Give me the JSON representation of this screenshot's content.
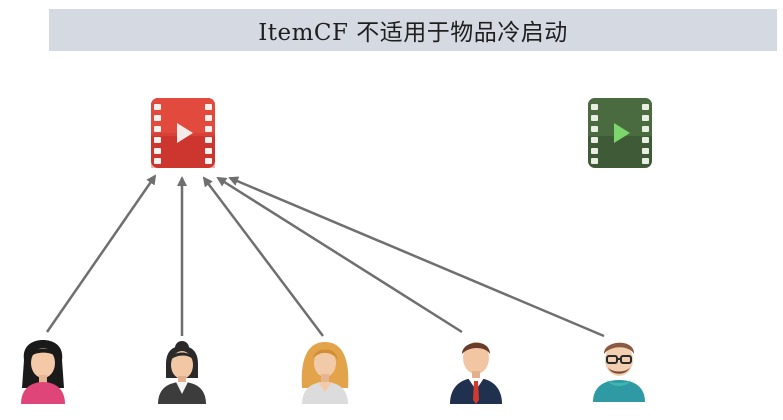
{
  "header": {
    "title": "ItemCF 不适用于物品冷启动"
  },
  "items": [
    {
      "name": "popular-video",
      "icon": "video-film-icon",
      "color": "#d23a30",
      "incoming_links": 5
    },
    {
      "name": "new-video",
      "icon": "video-film-icon",
      "color": "#3e5a36",
      "incoming_links": 0
    }
  ],
  "users": [
    {
      "icon": "user-woman-icon",
      "links_to": "popular-video"
    },
    {
      "icon": "user-businesswoman-icon",
      "links_to": "popular-video"
    },
    {
      "icon": "user-blonde-woman-icon",
      "links_to": "popular-video"
    },
    {
      "icon": "user-businessman-icon",
      "links_to": "popular-video"
    },
    {
      "icon": "user-glasses-man-icon",
      "links_to": "popular-video"
    }
  ],
  "colors": {
    "arrow": "#6f6f6f",
    "title_bg": "#d4d9e2"
  }
}
